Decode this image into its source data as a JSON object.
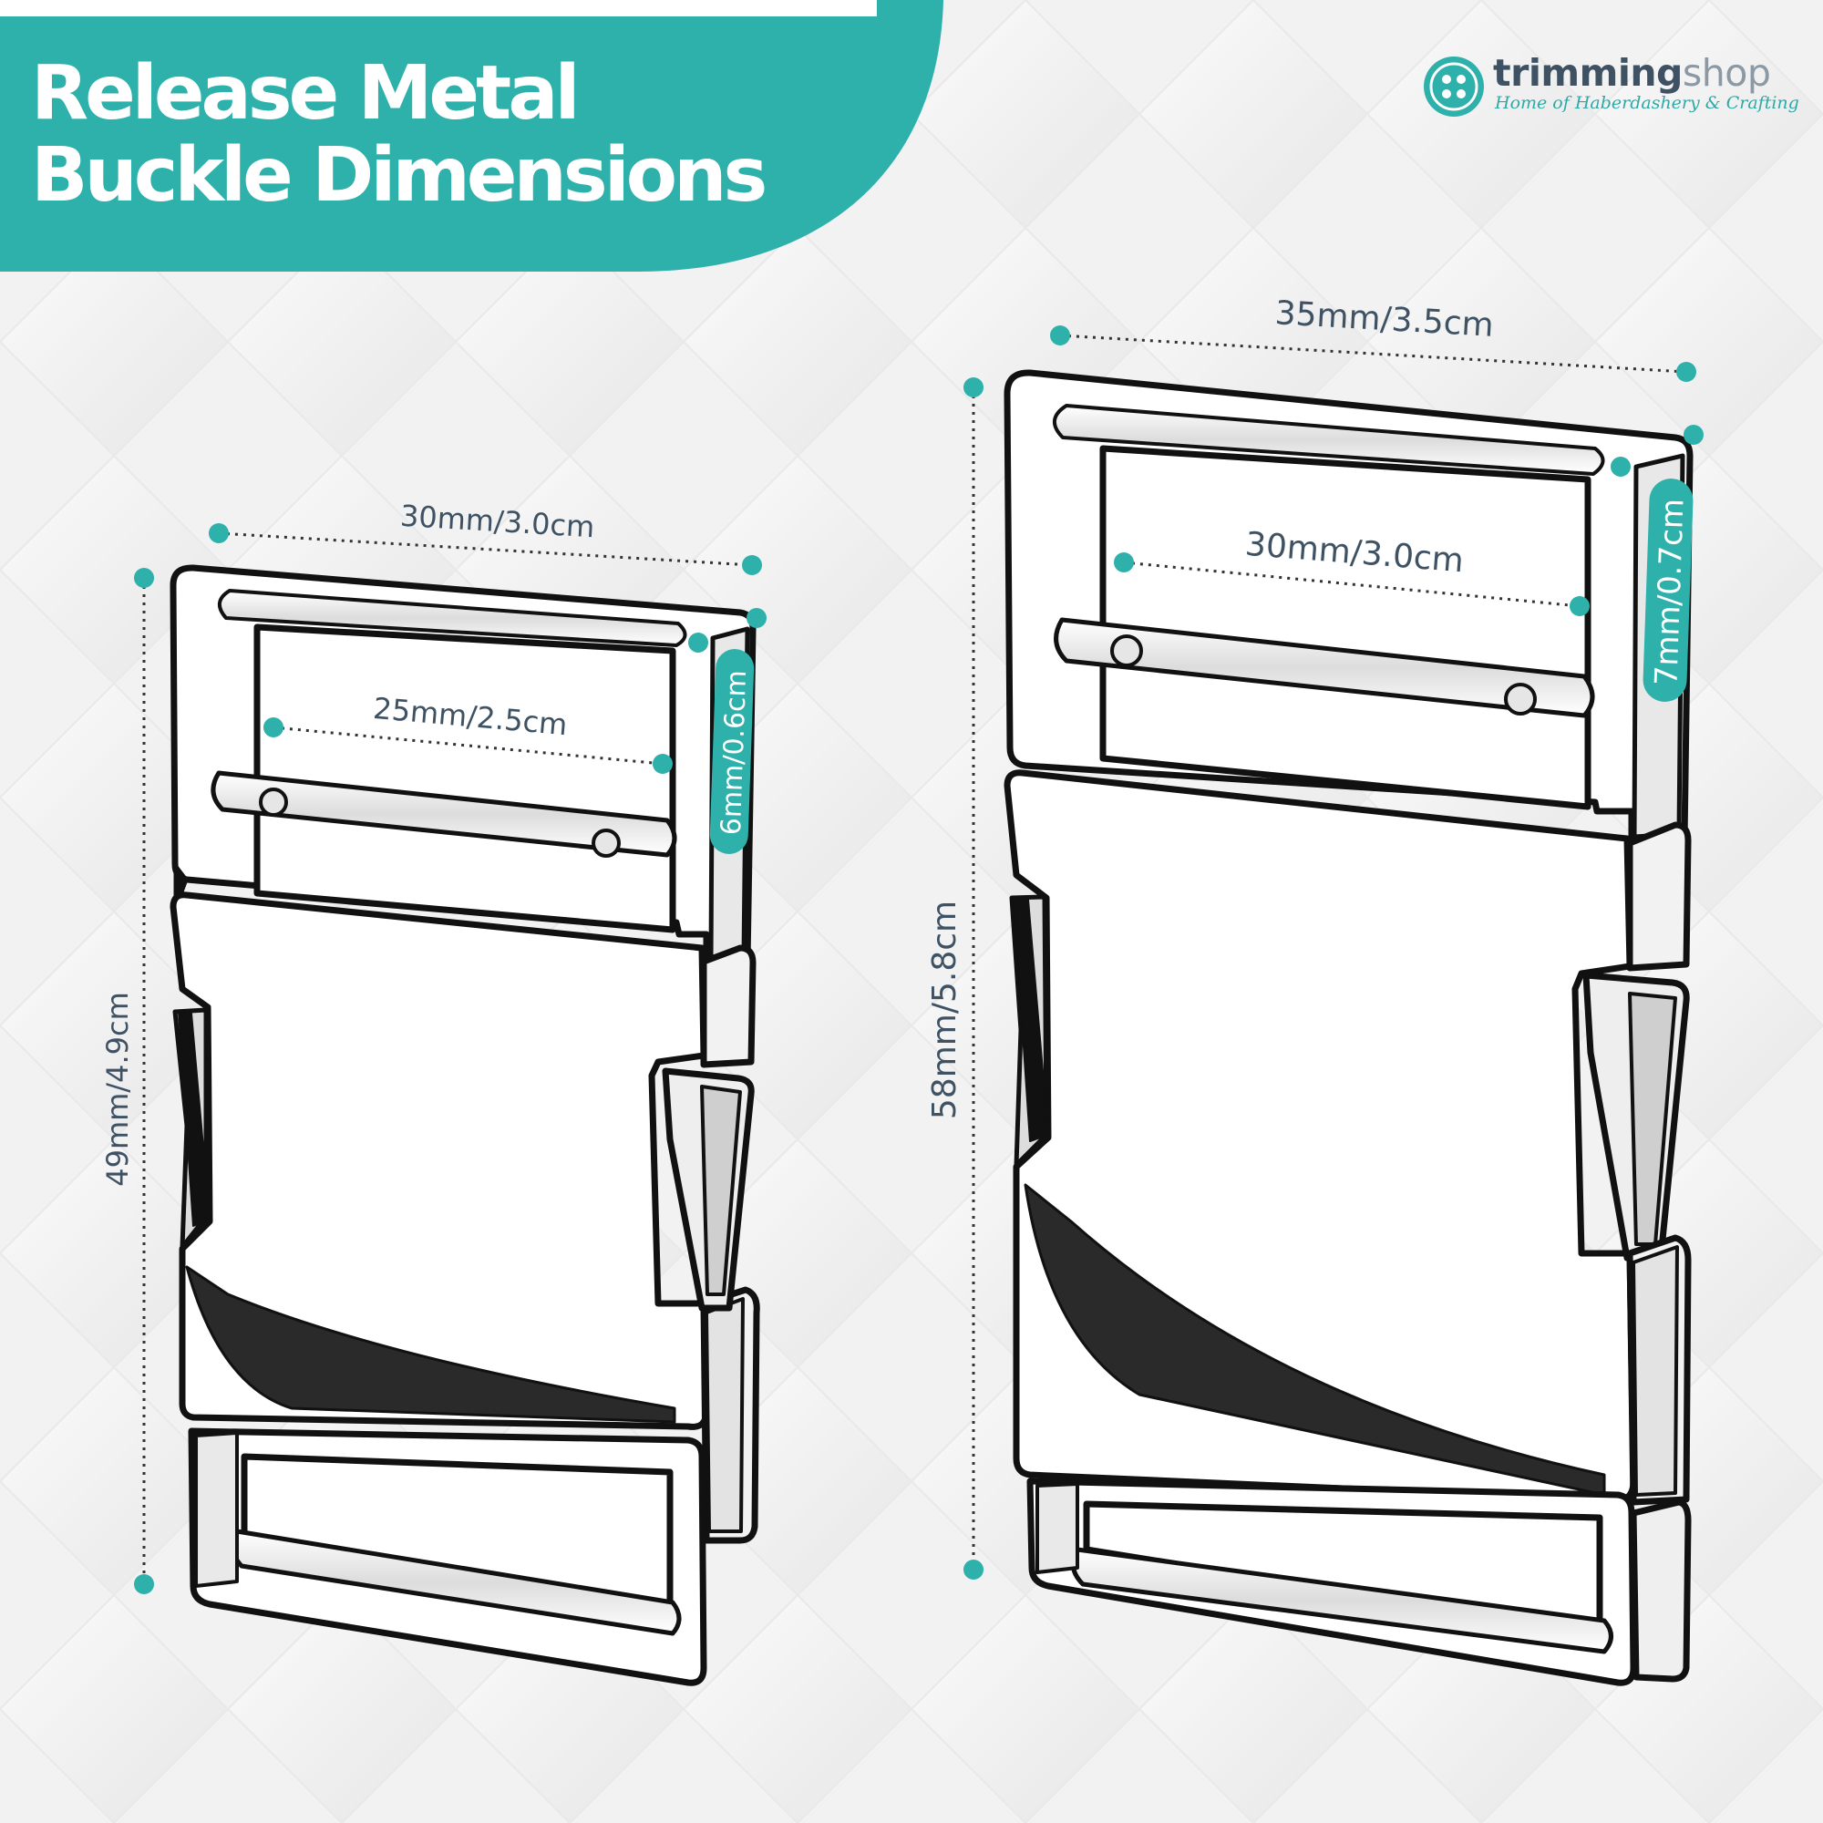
{
  "title": {
    "line1": "Release Metal",
    "line2": "Buckle Dimensions"
  },
  "brand": {
    "name_bold": "trimming",
    "name_light": "shop",
    "tagline": "Home of Haberdashery & Crafting"
  },
  "colors": {
    "accent": "#2eb0ab",
    "label_text": "#3f5264",
    "outline": "#111111",
    "background": "#f1f1f1"
  },
  "small_buckle": {
    "overall_width": "30mm/3.0cm",
    "inner_width": "25mm/2.5cm",
    "thickness": "6mm/0.6cm",
    "height": "49mm/4.9cm"
  },
  "large_buckle": {
    "overall_width": "35mm/3.5cm",
    "inner_width": "30mm/3.0cm",
    "thickness": "7mm/0.7cm",
    "height": "58mm/5.8cm"
  }
}
